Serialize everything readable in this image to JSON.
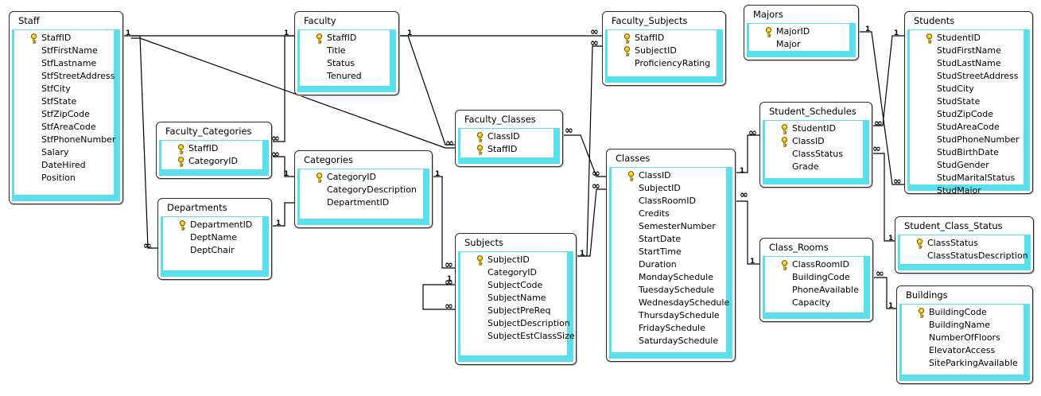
{
  "tables": [
    {
      "id": "staff",
      "name": "Staff",
      "fields": [
        {
          "name": "StaffID",
          "key": true
        },
        {
          "name": "StfFirstName"
        },
        {
          "name": "StfLastname"
        },
        {
          "name": "StfStreetAddress"
        },
        {
          "name": "StfCity"
        },
        {
          "name": "StfState"
        },
        {
          "name": "StfZipCode"
        },
        {
          "name": "StfAreaCode"
        },
        {
          "name": "StfPhoneNumber"
        },
        {
          "name": "Salary"
        },
        {
          "name": "DateHired"
        },
        {
          "name": "Position"
        }
      ]
    },
    {
      "id": "faculty",
      "name": "Faculty",
      "fields": [
        {
          "name": "StaffID",
          "key": true
        },
        {
          "name": "Title"
        },
        {
          "name": "Status"
        },
        {
          "name": "Tenured"
        }
      ]
    },
    {
      "id": "faculty-subjects",
      "name": "Faculty_Subjects",
      "fields": [
        {
          "name": "StaffID",
          "key": true
        },
        {
          "name": "SubjectID",
          "key": true
        },
        {
          "name": "ProficiencyRating"
        }
      ]
    },
    {
      "id": "majors",
      "name": "Majors",
      "fields": [
        {
          "name": "MajorID",
          "key": true
        },
        {
          "name": "Major"
        }
      ]
    },
    {
      "id": "students",
      "name": "Students",
      "fields": [
        {
          "name": "StudentID",
          "key": true
        },
        {
          "name": "StudFirstName"
        },
        {
          "name": "StudLastName"
        },
        {
          "name": "StudStreetAddress"
        },
        {
          "name": "StudCity"
        },
        {
          "name": "StudState"
        },
        {
          "name": "StudZipCode"
        },
        {
          "name": "StudAreaCode"
        },
        {
          "name": "StudPhoneNumber"
        },
        {
          "name": "StudBirthDate"
        },
        {
          "name": "StudGender"
        },
        {
          "name": "StudMaritalStatus"
        },
        {
          "name": "StudMajor"
        }
      ]
    },
    {
      "id": "faculty-categories",
      "name": "Faculty_Categories",
      "fields": [
        {
          "name": "StaffID",
          "key": true
        },
        {
          "name": "CategoryID",
          "key": true
        }
      ]
    },
    {
      "id": "faculty-classes",
      "name": "Faculty_Classes",
      "fields": [
        {
          "name": "ClassID",
          "key": true
        },
        {
          "name": "StaffID",
          "key": true
        }
      ]
    },
    {
      "id": "student-schedules",
      "name": "Student_Schedules",
      "fields": [
        {
          "name": "StudentID",
          "key": true
        },
        {
          "name": "ClassID",
          "key": true
        },
        {
          "name": "ClassStatus"
        },
        {
          "name": "Grade"
        }
      ]
    },
    {
      "id": "categories",
      "name": "Categories",
      "fields": [
        {
          "name": "CategoryID",
          "key": true
        },
        {
          "name": "CategoryDescription"
        },
        {
          "name": "DepartmentID"
        }
      ]
    },
    {
      "id": "classes",
      "name": "Classes",
      "fields": [
        {
          "name": "ClassID",
          "key": true
        },
        {
          "name": "SubjectID"
        },
        {
          "name": "ClassRoomID"
        },
        {
          "name": "Credits"
        },
        {
          "name": "SemesterNumber"
        },
        {
          "name": "StartDate"
        },
        {
          "name": "StartTime"
        },
        {
          "name": "Duration"
        },
        {
          "name": "MondaySchedule"
        },
        {
          "name": "TuesdaySchedule"
        },
        {
          "name": "WednesdaySchedule"
        },
        {
          "name": "ThursdaySchedule"
        },
        {
          "name": "FridaySchedule"
        },
        {
          "name": "SaturdaySchedule"
        }
      ]
    },
    {
      "id": "departments",
      "name": "Departments",
      "fields": [
        {
          "name": "DepartmentID",
          "key": true
        },
        {
          "name": "DeptName"
        },
        {
          "name": "DeptChair"
        }
      ]
    },
    {
      "id": "student-class-status",
      "name": "Student_Class_Status",
      "fields": [
        {
          "name": "ClassStatus",
          "key": true
        },
        {
          "name": "ClassStatusDescription"
        }
      ]
    },
    {
      "id": "subjects",
      "name": "Subjects",
      "fields": [
        {
          "name": "SubjectID",
          "key": true
        },
        {
          "name": "CategoryID"
        },
        {
          "name": "SubjectCode"
        },
        {
          "name": "SubjectName"
        },
        {
          "name": "SubjectPreReq"
        },
        {
          "name": "SubjectDescription"
        },
        {
          "name": "SubjectEstClassSize"
        }
      ]
    },
    {
      "id": "class-rooms",
      "name": "Class_Rooms",
      "fields": [
        {
          "name": "ClassRoomID",
          "key": true
        },
        {
          "name": "BuildingCode"
        },
        {
          "name": "PhoneAvailable"
        },
        {
          "name": "Capacity"
        }
      ]
    },
    {
      "id": "buildings",
      "name": "Buildings",
      "fields": [
        {
          "name": "BuildingCode",
          "key": true
        },
        {
          "name": "BuildingName"
        },
        {
          "name": "NumberOfFloors"
        },
        {
          "name": "ElevatorAccess"
        },
        {
          "name": "SiteParkingAvailable"
        }
      ]
    }
  ],
  "cardinality": {
    "one": "1",
    "many": "∞"
  }
}
